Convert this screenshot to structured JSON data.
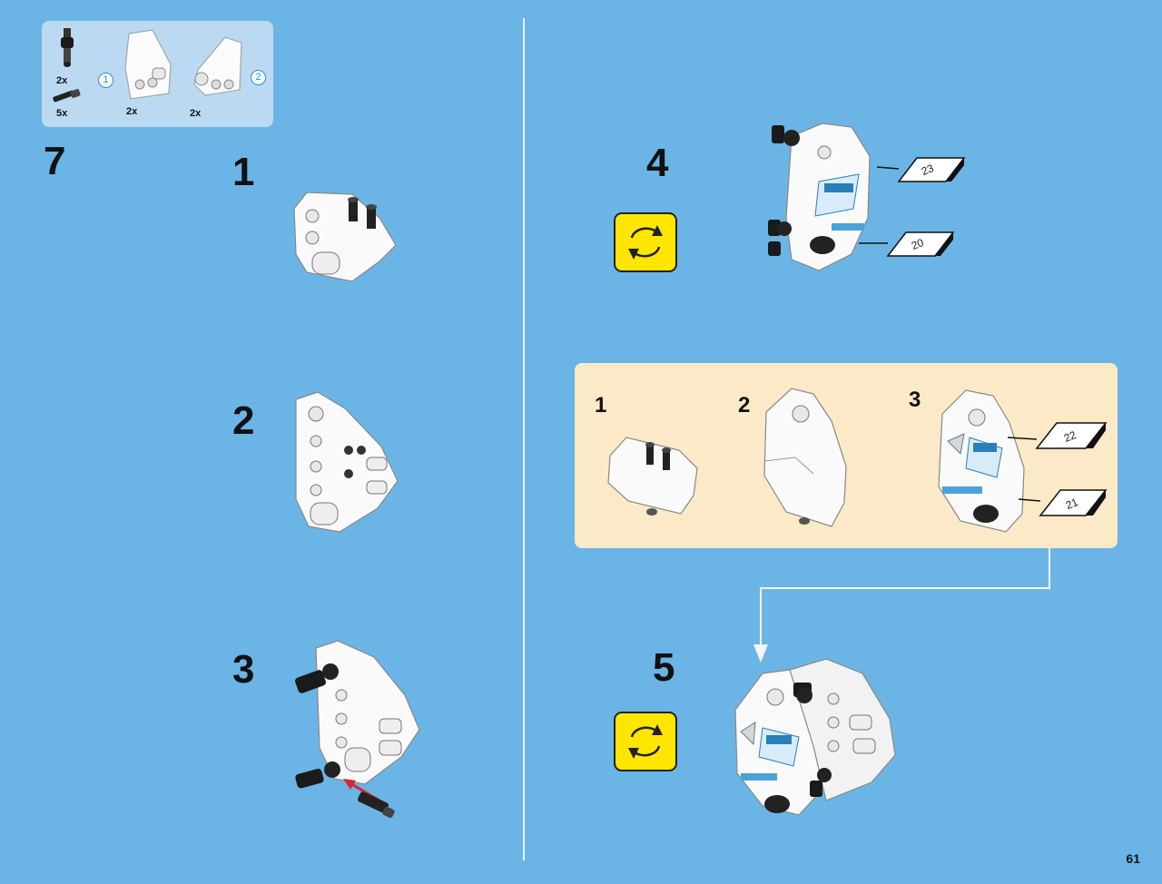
{
  "parts_list": {
    "items": [
      {
        "qty": "2x"
      },
      {
        "qty": "5x"
      },
      {
        "qty": "2x",
        "callout": "1"
      },
      {
        "qty": "2x",
        "callout": "2"
      }
    ]
  },
  "main_step": "7",
  "steps_left": [
    "1",
    "2",
    "3"
  ],
  "steps_right": [
    "4",
    "5"
  ],
  "sub_steps": [
    "1",
    "2",
    "3"
  ],
  "stickers": {
    "step4_top": "23",
    "step4_bottom": "20",
    "sub3_top": "22",
    "sub3_bottom": "21"
  },
  "icons": {
    "rotate": "rotate-model-icon"
  },
  "colors": {
    "page_bg": "#6bb5e6",
    "sub_panel_bg": "#fbe9c8",
    "rotate_bg": "#ffe600"
  },
  "page_number": "61"
}
